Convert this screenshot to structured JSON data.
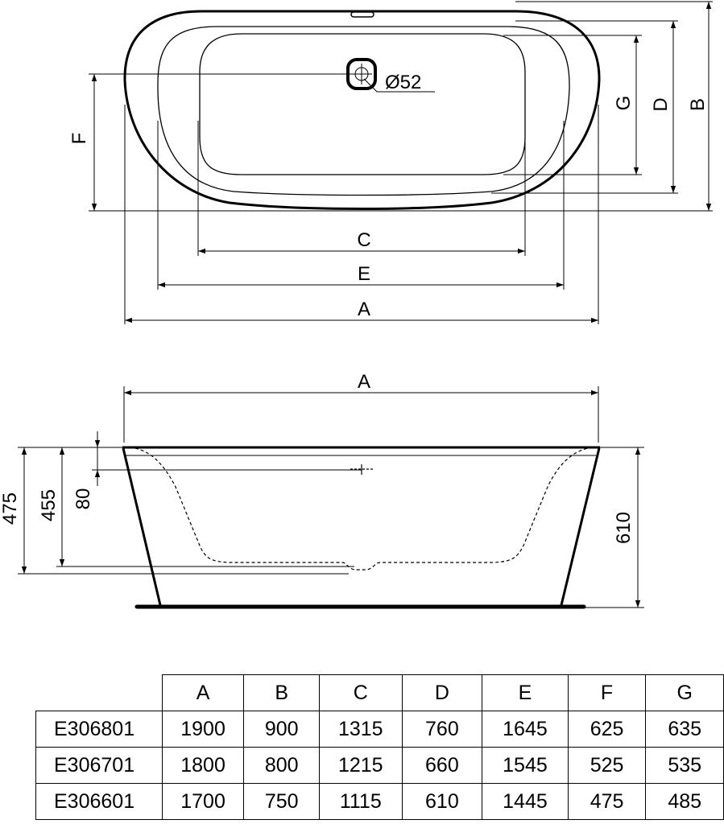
{
  "top_view": {
    "dims": {
      "A": "A",
      "B": "B",
      "C": "C",
      "D": "D",
      "E": "E",
      "F": "F",
      "G": "G"
    },
    "waste_diameter": "Ø52"
  },
  "side_view": {
    "width_label": "A",
    "heights": {
      "overall": "475",
      "water": "455",
      "overflow": "80",
      "total": "610"
    }
  },
  "table": {
    "columns": [
      "A",
      "B",
      "C",
      "D",
      "E",
      "F",
      "G"
    ],
    "rows": [
      {
        "code": "E306801",
        "values": [
          "1900",
          "900",
          "1315",
          "760",
          "1645",
          "625",
          "635"
        ]
      },
      {
        "code": "E306701",
        "values": [
          "1800",
          "800",
          "1215",
          "660",
          "1545",
          "525",
          "535"
        ]
      },
      {
        "code": "E306601",
        "values": [
          "1700",
          "750",
          "1115",
          "610",
          "1445",
          "475",
          "485"
        ]
      }
    ]
  }
}
